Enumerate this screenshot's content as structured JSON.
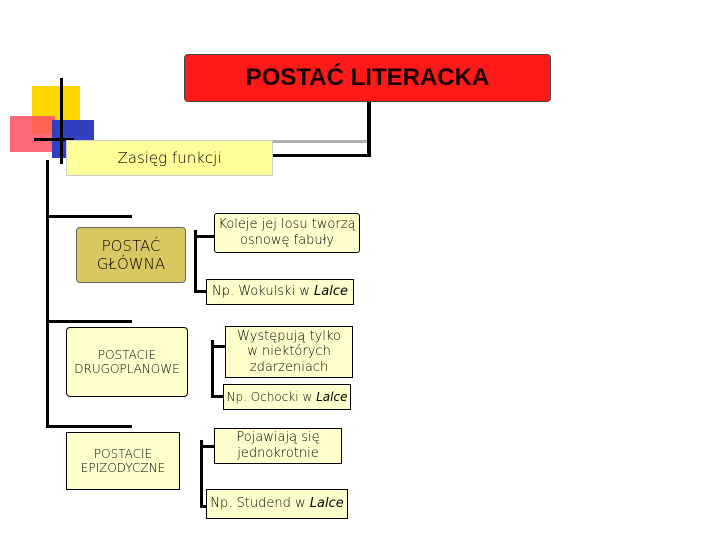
{
  "title": "POSTAĆ LITERACKA",
  "scope": "Zasięg funkcji",
  "rows": [
    {
      "category": "POSTAĆ GŁÓWNA",
      "description": "Koleje jej losu tworzą osnowę fabuły",
      "example_prefix": "Np. Wokulski w ",
      "example_title": "Lalce"
    },
    {
      "category": "POSTACIE DRUGOPLANOWE",
      "description": "Występują tylko w niektórych zdarzeniach",
      "example_prefix": "Np. Ochocki w ",
      "example_title": "Lalce"
    },
    {
      "category": "POSTACIE EPIZODYCZNE",
      "description": "Pojawiają się jednokrotnie",
      "example_prefix": "Np. Studend w ",
      "example_title": "Lalce"
    }
  ],
  "colors": {
    "title_bg": "#ff1a1a",
    "scope_bg": "#ffff99",
    "category_bg": "#d9c761",
    "info_bg": "#ffffcc"
  }
}
